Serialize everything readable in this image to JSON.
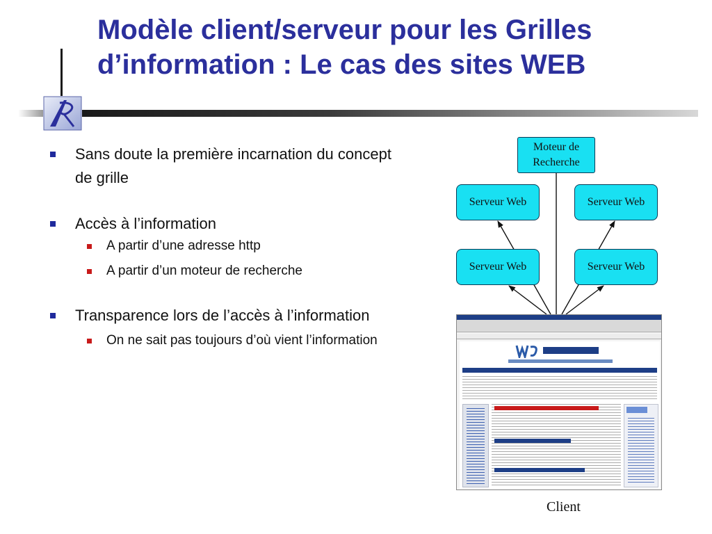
{
  "title": {
    "line1": "Modèle client/serveur pour les Grilles",
    "line2": "d’information : Le cas des sites WEB"
  },
  "bullets": [
    {
      "text": "Sans doute la première incarnation du concept de grille",
      "sub": []
    },
    {
      "text": "Accès à l’information",
      "sub": [
        "A partir d’une adresse http",
        "A partir d’un moteur de recherche"
      ]
    },
    {
      "text": "Transparence lors de l’accès à l’information",
      "sub": [
        "On ne sait pas toujours d’où vient l’information"
      ]
    }
  ],
  "diagram": {
    "search_engine": {
      "line1": "Moteur de",
      "line2": "Recherche"
    },
    "servers": [
      "Serveur Web",
      "Serveur Web",
      "Serveur Web",
      "Serveur Web"
    ],
    "client_label": "Client",
    "box_color": "#19e0f2"
  },
  "colors": {
    "title": "#2b2f9c",
    "level1_bullet": "#1f2a9c",
    "level2_bullet": "#c81a1a"
  }
}
